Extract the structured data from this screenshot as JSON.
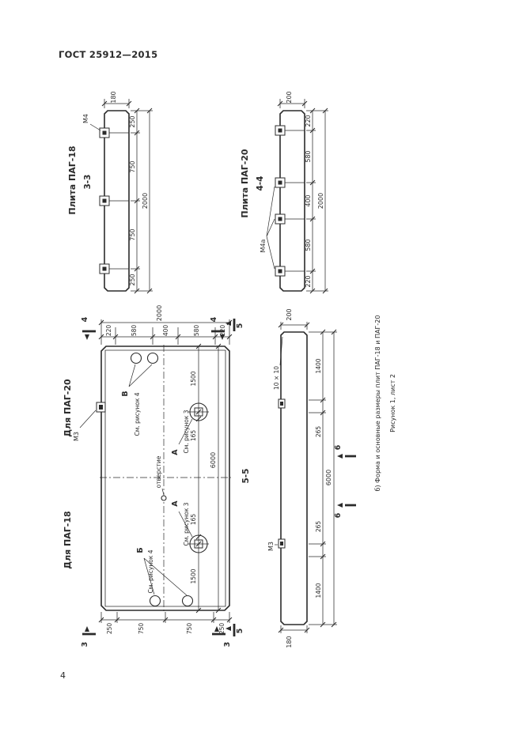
{
  "page": {
    "header": "ГОСТ 25912—2015",
    "number": "4"
  },
  "caption": {
    "line1": "б) Форма и основные размеры плит ПАГ-18 и ПАГ-20",
    "line2": "Рисунок 1, лист 2"
  },
  "section33": {
    "title": "Плита ПАГ-18",
    "view": "3-3",
    "anchor": "М4",
    "thickness": "180",
    "segments": [
      "250",
      "750",
      "750",
      "250"
    ],
    "total": "2000"
  },
  "section44": {
    "title": "Плита ПАГ-20",
    "view": "4-4",
    "anchor": "М4а",
    "thickness": "200",
    "segments": [
      "220",
      "580",
      "400",
      "580",
      "220"
    ],
    "total": "2000"
  },
  "plan": {
    "label_pag20": "Для ПАГ-20",
    "label_pag18": "Для ПАГ-18",
    "anchor": "М3",
    "cut_top": "4",
    "cut_bottom": "3",
    "cut_side": "5",
    "width_total": "2000",
    "width_segments": [
      "220",
      "580",
      "400",
      "580",
      "220"
    ],
    "bottom_segments": [
      "250",
      "750",
      "750",
      "250"
    ],
    "length_total": "6000",
    "length_dims": [
      "1500",
      "165",
      "165",
      "1500"
    ],
    "detail_a": "А",
    "detail_b": "Б",
    "detail_v": "В",
    "ref_fig3": "См. рисунок 3",
    "ref_fig4": "См. рисунок 4",
    "hole": "отверстие"
  },
  "section55": {
    "view": "5-5",
    "chamfer": "10 × 10",
    "anchor": "М3",
    "cut": "6",
    "top_dim": "200",
    "bottom_dim": "180",
    "dims": [
      "1400",
      "265",
      "265",
      "1400"
    ],
    "total": "6000"
  }
}
